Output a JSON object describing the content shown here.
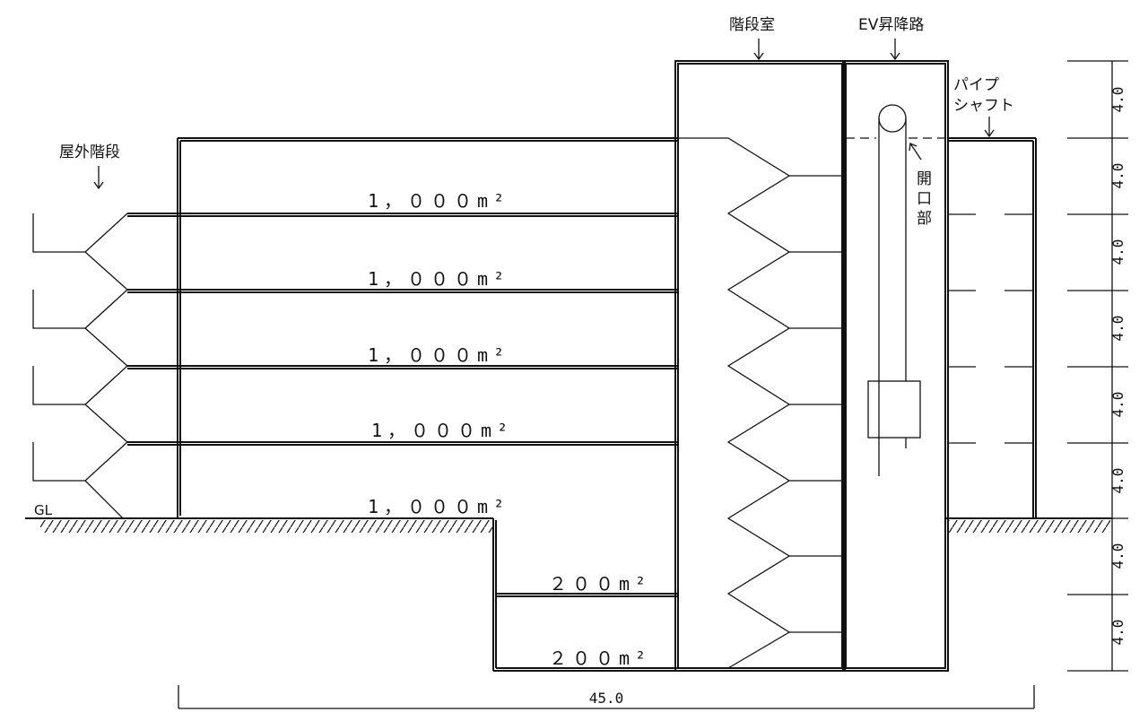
{
  "labels": {
    "outdoor_stairs": "屋外階段",
    "stairwell": "階段室",
    "ev_shaft": "EV昇降路",
    "pipe_shaft_line1": "パイプ",
    "pipe_shaft_line2": "シャフト",
    "opening_1": "開",
    "opening_2": "口",
    "opening_3": "部",
    "ground_level": "GL"
  },
  "floor_areas": [
    "1，０００m²",
    "1，０００m²",
    "1，０００m²",
    "1，０００m²",
    "1，０００m²",
    "２００m²",
    "２００m²"
  ],
  "floor_heights": [
    "4.0",
    "4.0",
    "4.0",
    "4.0",
    "4.0",
    "4.0",
    "4.0",
    "4.0"
  ],
  "overall_width": "45.0"
}
